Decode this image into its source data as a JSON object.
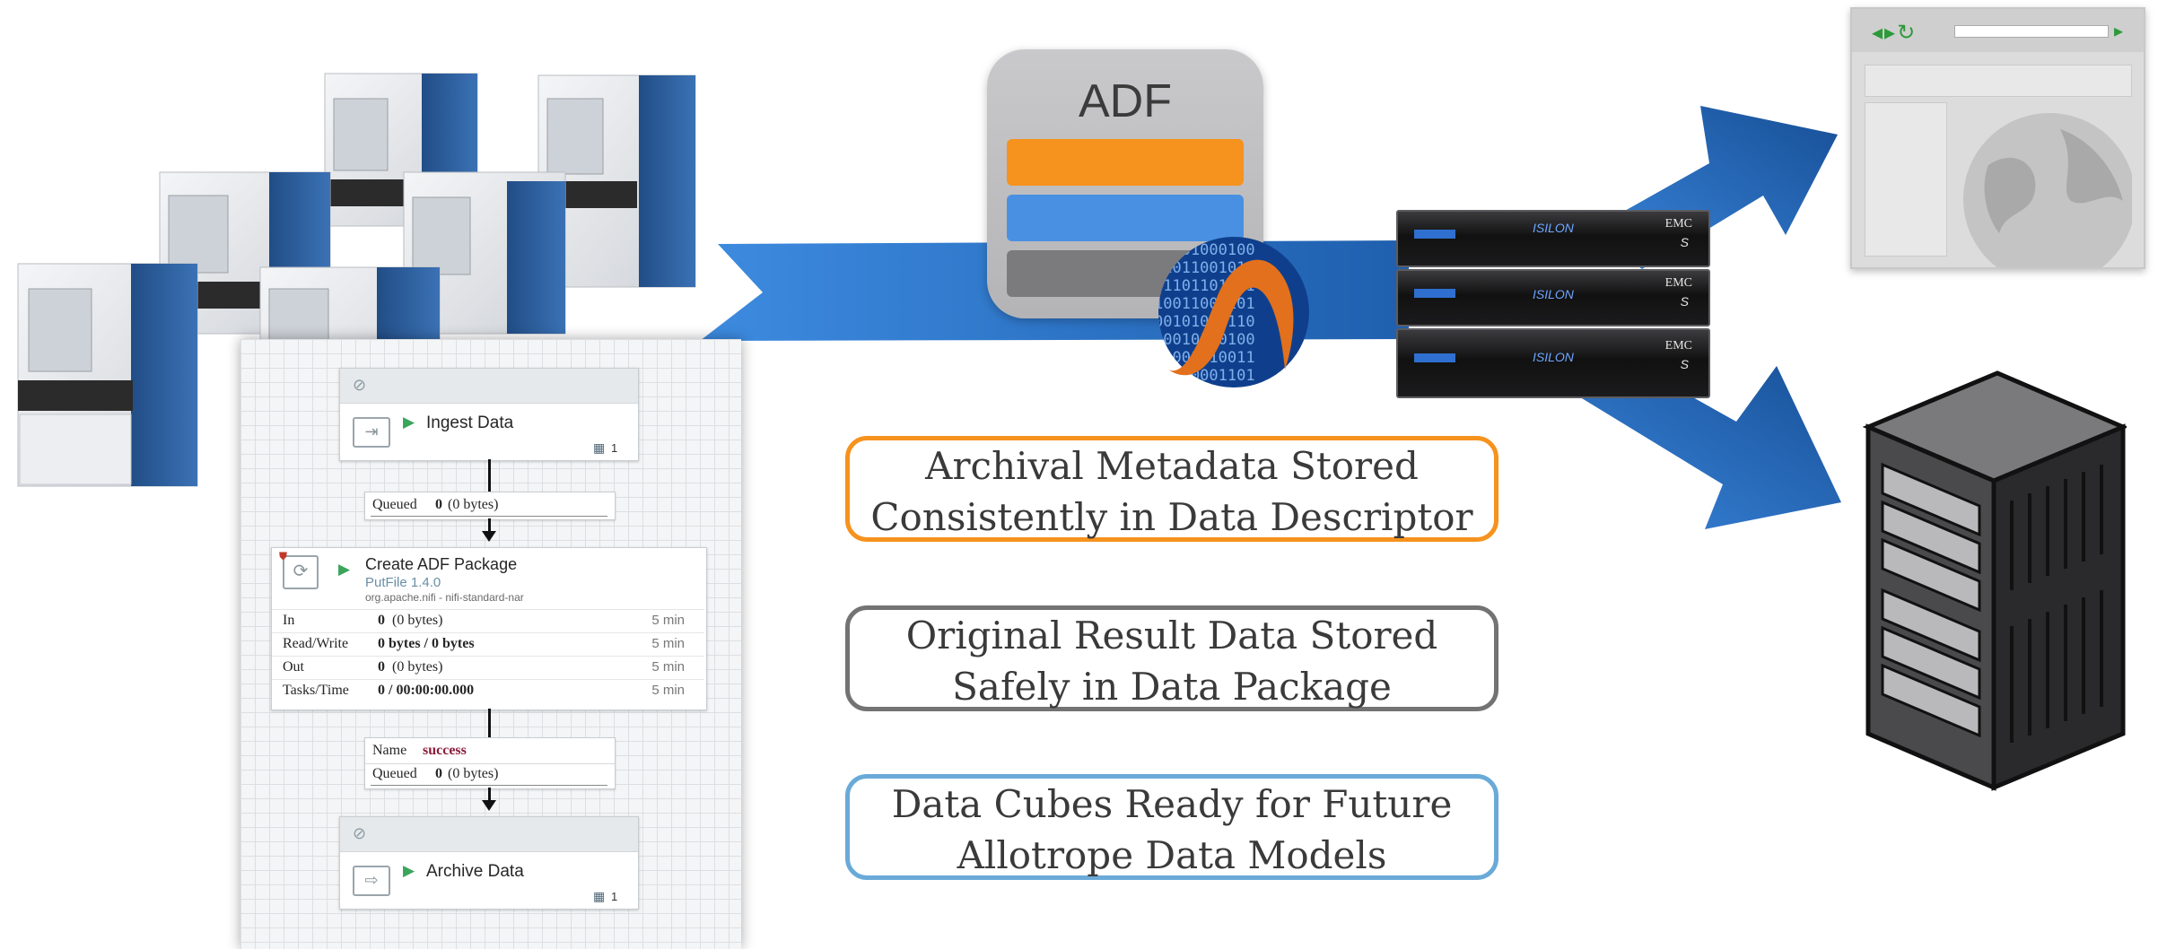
{
  "adf": {
    "title": "ADF"
  },
  "nifi": {
    "ingest": {
      "name": "Ingest Data",
      "count": "1"
    },
    "queue1": {
      "label": "Queued",
      "value": "0",
      "size": "(0 bytes)"
    },
    "package": {
      "name": "Create ADF Package",
      "type": "PutFile 1.4.0",
      "bundle": "org.apache.nifi - nifi-standard-nar",
      "stats": [
        {
          "key": "In",
          "value": "0",
          "extra": "(0 bytes)",
          "time": "5 min"
        },
        {
          "key": "Read/Write",
          "value": "0 bytes / 0 bytes",
          "extra": "",
          "time": "5 min"
        },
        {
          "key": "Out",
          "value": "0",
          "extra": "(0 bytes)",
          "time": "5 min"
        },
        {
          "key": "Tasks/Time",
          "value": "0 / 00:00:00.000",
          "extra": "",
          "time": "5 min"
        }
      ]
    },
    "queue2": {
      "name_label": "Name",
      "name_value": "success",
      "label": "Queued",
      "value": "0",
      "size": "(0 bytes)"
    },
    "archive": {
      "name": "Archive Data",
      "count": "1"
    }
  },
  "info_boxes": [
    {
      "line1": "Archival Metadata Stored",
      "line2": "Consistently in Data Descriptor",
      "color": "#f6921e"
    },
    {
      "line1": "Original Result Data Stored",
      "line2": "Safely in Data Package",
      "color": "#737373"
    },
    {
      "line1": "Data Cubes Ready for Future",
      "line2": "Allotrope Data Models",
      "color": "#6aaad8"
    }
  ],
  "storage": {
    "brand": "EMC",
    "model": "S",
    "logo": "ISILON"
  },
  "colors": {
    "arrow_blue": "#2f78c8",
    "accent_orange": "#f6921e",
    "accent_blue": "#4a90e2"
  }
}
